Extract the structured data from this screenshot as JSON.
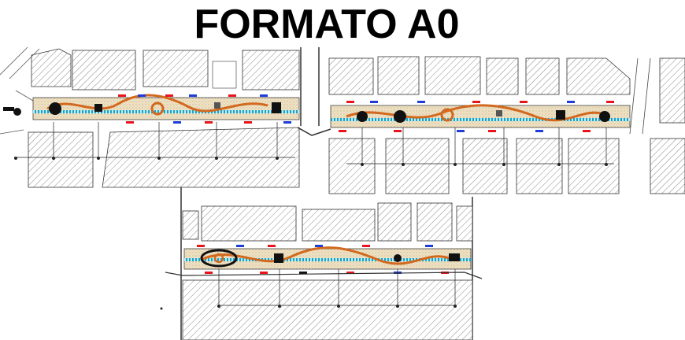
{
  "title": "FORMATO A0",
  "colors": {
    "hatch": "#7a7a7a",
    "building_fill": "#ffffff",
    "street_line": "#444444",
    "promenade_fill": "#efe2c4",
    "accent_orange": "#d2691e",
    "accent_red": "#e8141c",
    "accent_blue": "#1e3cd8",
    "accent_cyan": "#19a3c4",
    "dark": "#111111"
  },
  "sheets": [
    {
      "id": "plan-sheet-top-left"
    },
    {
      "id": "plan-sheet-top-right"
    },
    {
      "id": "plan-sheet-bottom"
    }
  ],
  "icons": [
    "compass-icon",
    "fountain-icon",
    "roundabout-icon"
  ]
}
